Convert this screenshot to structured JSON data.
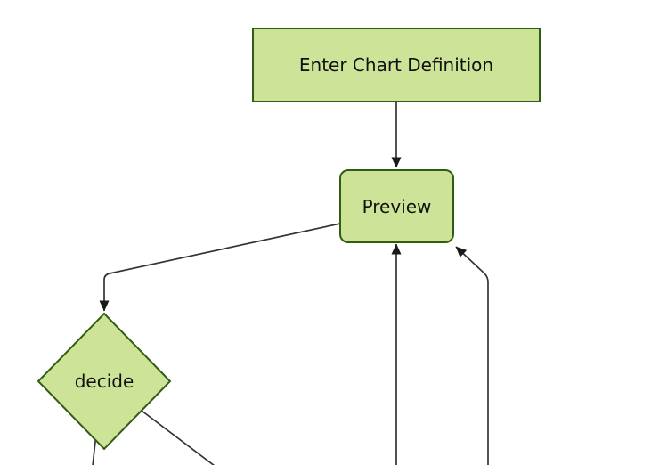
{
  "diagram": {
    "type": "flowchart",
    "theme": "forest-green",
    "colors": {
      "background": "#ffffff",
      "node_fill": "#cde498",
      "node_border": "#2f5d13",
      "edge": "#333333",
      "arrowhead": "#1a1a1a",
      "text": "#111111"
    },
    "nodes": [
      {
        "id": "enter-chart-definition",
        "label": "Enter Chart Definition",
        "shape": "rectangle"
      },
      {
        "id": "preview",
        "label": "Preview",
        "shape": "rounded-rectangle"
      },
      {
        "id": "decide",
        "label": "decide",
        "shape": "diamond"
      }
    ],
    "edges": [
      {
        "from": "enter-chart-definition",
        "to": "preview",
        "arrow": true
      },
      {
        "from": "preview",
        "to": "decide",
        "arrow": true
      },
      {
        "from": "offscreen-bottom-left-line",
        "to": "preview",
        "arrow": true
      },
      {
        "from": "offscreen-bottom-right-line",
        "to": "preview",
        "arrow": true
      },
      {
        "from": "decide",
        "to": "offscreen-bottom-left",
        "arrow": false
      },
      {
        "from": "decide",
        "to": "offscreen-bottom-right",
        "arrow": false
      }
    ]
  }
}
